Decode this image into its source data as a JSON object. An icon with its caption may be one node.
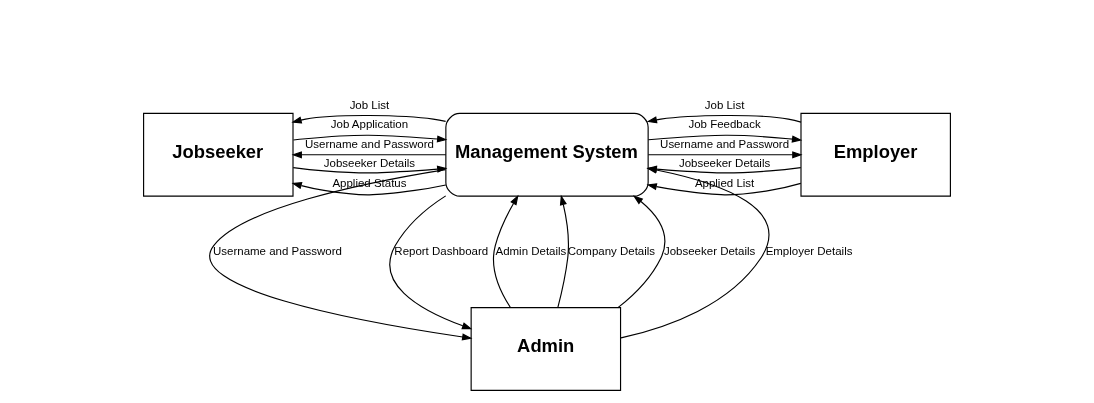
{
  "diagram": {
    "nodes": [
      {
        "text": [
          "Jobseeker"
        ]
      },
      {
        "text": [
          "Management System"
        ]
      },
      {
        "text": [
          "Employer"
        ]
      },
      {
        "text": [
          "Admin"
        ]
      }
    ],
    "edges": [
      {
        "from": 0,
        "to": 1,
        "arrow": "to",
        "label": "Jobseeker Details"
      },
      {
        "from": 1,
        "to": 0,
        "arrow": "to",
        "label": "Username and Password"
      },
      {
        "from": 1,
        "to": 0,
        "arrow": "to",
        "label": "Job List"
      },
      {
        "from": 1,
        "to": 0,
        "arrow": "to",
        "label": "Applied Status"
      },
      {
        "from": 0,
        "to": 1,
        "arrow": "to",
        "label": "Job Application"
      },
      {
        "from": 2,
        "to": 1,
        "arrow": "to",
        "label": "Jobseeker Details"
      },
      {
        "from": 1,
        "to": 2,
        "arrow": "to",
        "label": "Username and Password"
      },
      {
        "from": 2,
        "to": 1,
        "arrow": "to",
        "label": "Job List"
      },
      {
        "from": 2,
        "to": 1,
        "arrow": "to",
        "label": "Applied List"
      },
      {
        "from": 1,
        "to": 2,
        "arrow": "to",
        "label": "Job Feedback"
      },
      {
        "from": 3,
        "to": 1,
        "arrow": "to",
        "label": "Admin Details"
      },
      {
        "from": 1,
        "to": 3,
        "arrow": "to",
        "label": "Username and Password"
      },
      {
        "from": 3,
        "to": 1,
        "arrow": "to",
        "label": "Company Details"
      },
      {
        "from": 3,
        "to": 1,
        "arrow": "to",
        "label": "Jobseeker Details"
      },
      {
        "from": 3,
        "to": 1,
        "arrow": "to",
        "label": "Employer Details"
      },
      {
        "from": 1,
        "to": 3,
        "arrow": "to",
        "label": "Report Dashboard"
      }
    ]
  }
}
